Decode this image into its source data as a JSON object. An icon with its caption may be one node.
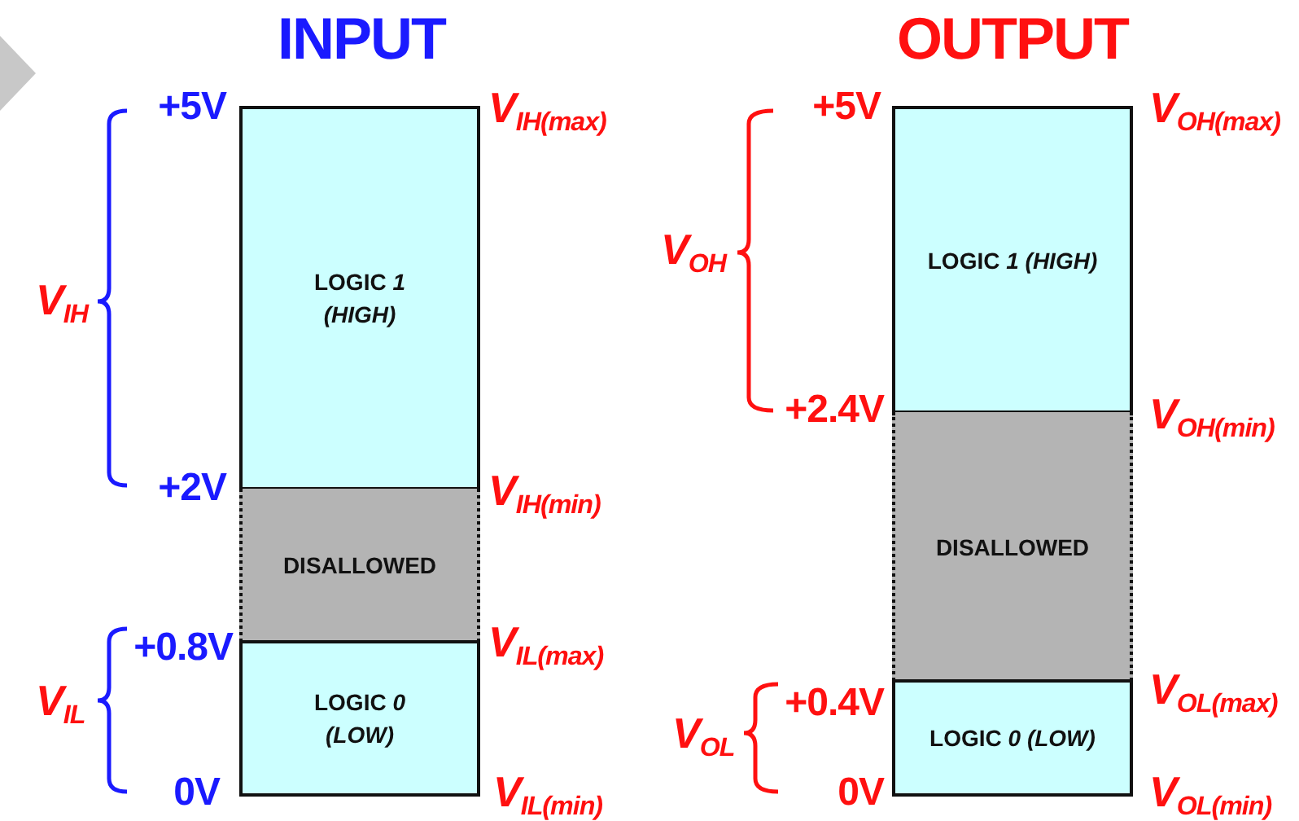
{
  "diagram": {
    "nodes": [
      {
        "text": [
          "LOGIC *1*",
          "*(HIGH)*"
        ]
      },
      {
        "text": [
          "DISALLOWED"
        ]
      },
      {
        "text": [
          "LOGIC *0*",
          "*(LOW)*"
        ]
      },
      {
        "text": [
          "LOGIC *1 (HIGH)*"
        ]
      },
      {
        "text": [
          "DISALLOWED"
        ]
      },
      {
        "text": [
          "LOGIC *0 (LOW)*"
        ]
      }
    ],
    "labels": [
      "INPUT",
      "OUTPUT",
      "+5V",
      "V$_{IH(max)}$",
      "+5V",
      "V$_{OH(max)}$",
      "V$_{OH}$",
      "V$_{IH}$",
      "+2.4V",
      "V$_{OH(min)}$",
      "+2V",
      "V$_{IH(min)}$",
      "+0.8V",
      "V$_{IL(max)}$",
      "V$_{OL(max)}$",
      "+0.4V",
      "V$_{IL}$",
      "V$_{OL}$",
      "0V",
      "V$_{IL(min)}$",
      "0V",
      "V$_{OL(min)}$"
    ]
  }
}
